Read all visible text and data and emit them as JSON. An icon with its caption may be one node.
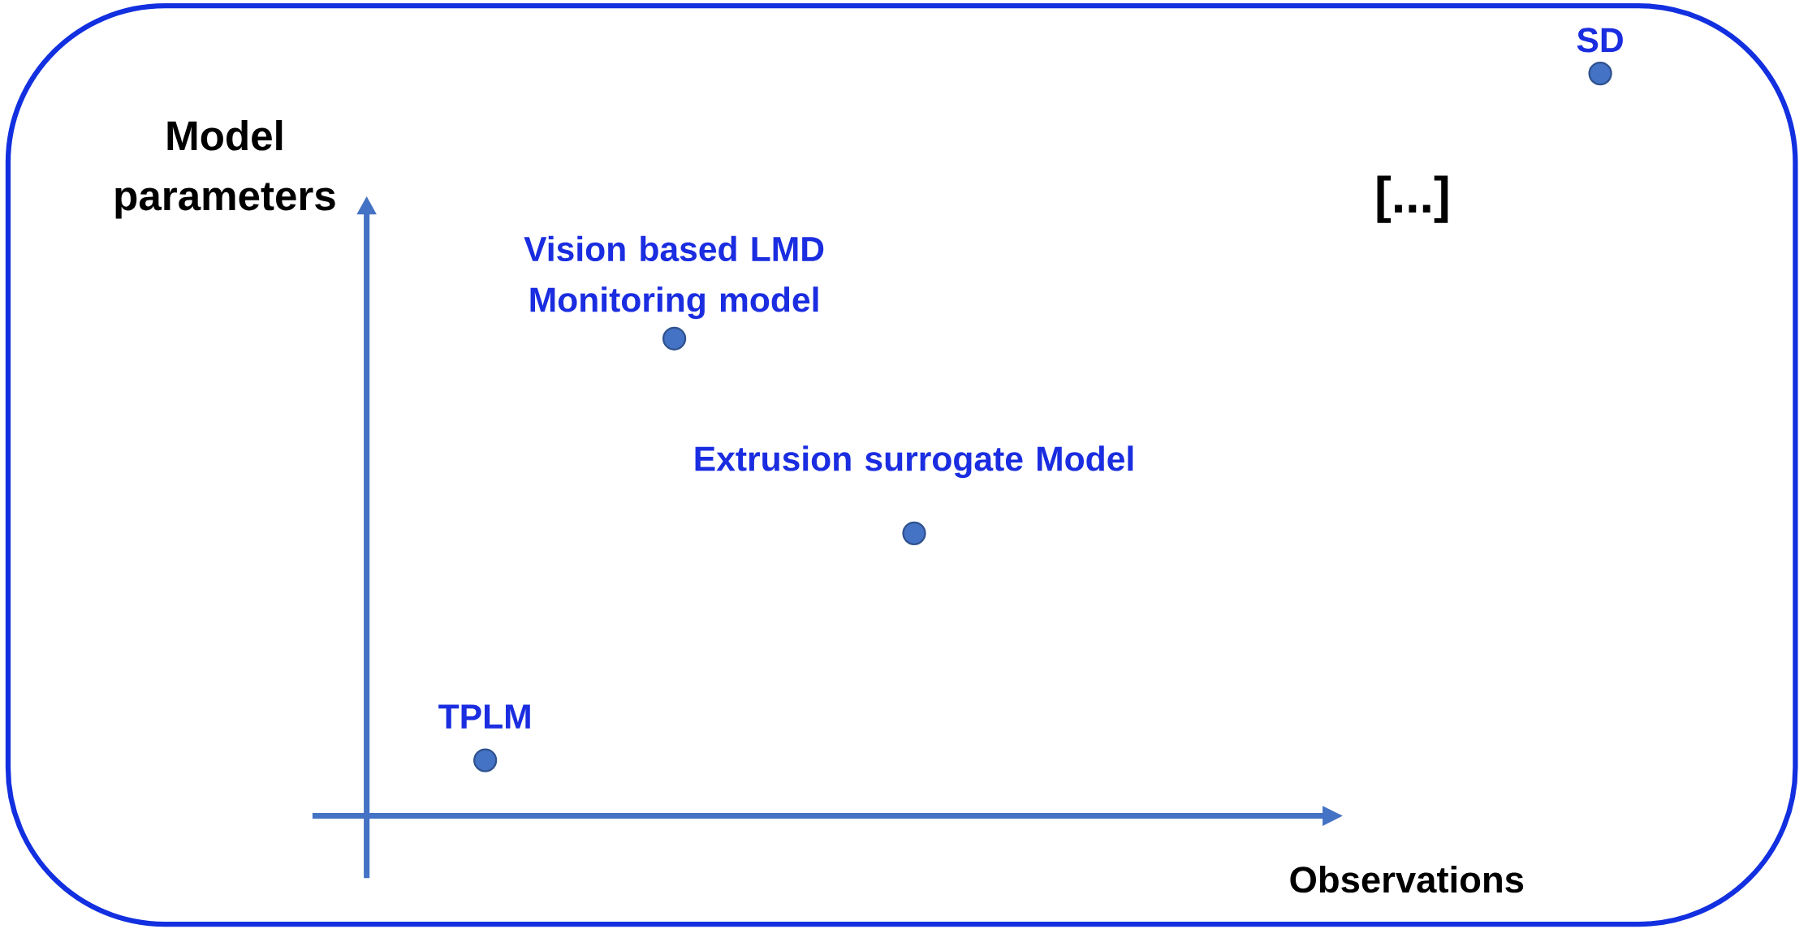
{
  "diagram": {
    "nodes": [
      {
        "text": [],
        "shape": "box"
      },
      {
        "text": [
          "SD"
        ],
        "in": 0
      },
      {
        "text": [
          "Vision based LMD Monitoring model"
        ],
        "in": 0
      },
      {
        "text": [
          "Extrusion surrogate Model"
        ],
        "in": 0
      },
      {
        "text": [
          "TPLM"
        ],
        "in": 0
      }
    ],
    "edges": [],
    "labels": [
      "Model parameters",
      "[...]",
      "Observations"
    ]
  }
}
